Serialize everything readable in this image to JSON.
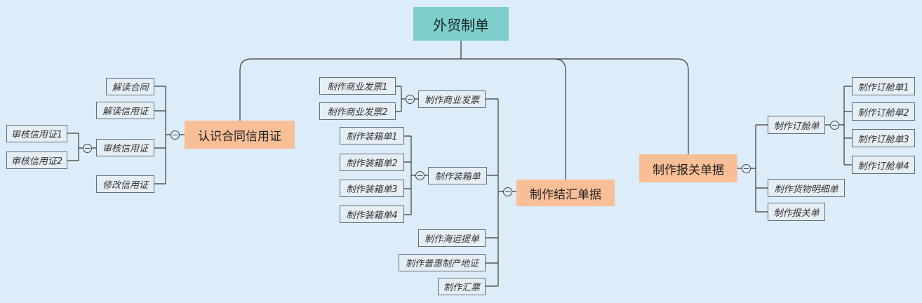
{
  "root": {
    "label": "外贸制单"
  },
  "branches": {
    "lc": {
      "label": "认识合同信用证",
      "items": {
        "read_contract": "解读合同",
        "read_lc": "解读信用证",
        "review_lc": "审核信用证",
        "review_lc_1": "审核信用证1",
        "review_lc_2": "审核信用证2",
        "amend_lc": "修改信用证"
      }
    },
    "settlement": {
      "label": "制作结汇单据",
      "items": {
        "invoice": "制作商业发票",
        "invoice_1": "制作商业发票1",
        "invoice_2": "制作商业发票2",
        "packing": "制作装箱单",
        "packing_1": "制作装箱单1",
        "packing_2": "制作装箱单2",
        "packing_3": "制作装箱单3",
        "packing_4": "制作装箱单4",
        "bill_of_lading": "制作海运提单",
        "gsp_cert": "制作普惠制产地证",
        "draft": "制作汇票"
      }
    },
    "customs": {
      "label": "制作报关单据",
      "items": {
        "booking": "制作订舱单",
        "booking_1": "制作订舱单1",
        "booking_2": "制作订舱单2",
        "booking_3": "制作订舱单3",
        "booking_4": "制作订舱单4",
        "cargo_list": "制作货物明细单",
        "declaration": "制作报关单"
      }
    }
  }
}
